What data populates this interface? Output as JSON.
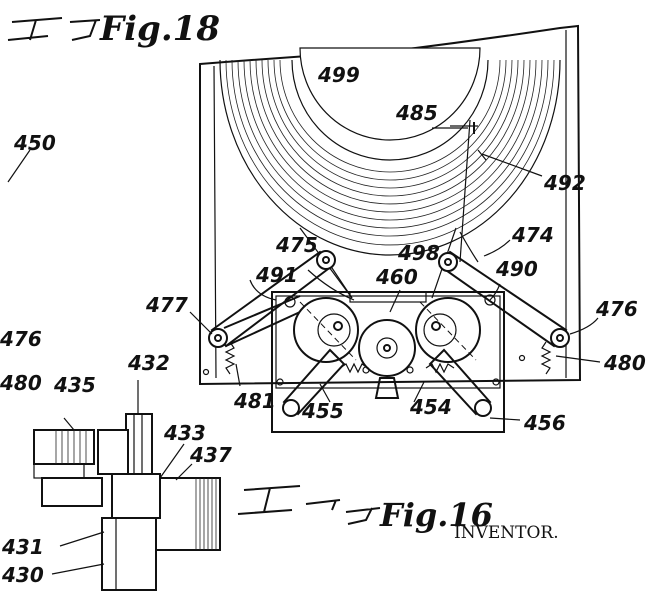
{
  "figures": {
    "top": {
      "label": "Fig.18"
    },
    "bottom": {
      "label": "Fig.16"
    }
  },
  "inventor_label": "INVENTOR.",
  "refs": {
    "r499": "499",
    "r485": "485",
    "r492": "492",
    "r450": "450",
    "r474": "474",
    "r475": "475",
    "r498": "498",
    "r491": "491",
    "r460": "460",
    "r490": "490",
    "r477": "477",
    "r476_right": "476",
    "r476_left": "476",
    "r480_right": "480",
    "r480_left": "480",
    "r481": "481",
    "r455": "455",
    "r454": "454",
    "r456": "456",
    "r435": "435",
    "r432": "432",
    "r433": "433",
    "r437": "437",
    "r431": "431",
    "r430": "430"
  }
}
